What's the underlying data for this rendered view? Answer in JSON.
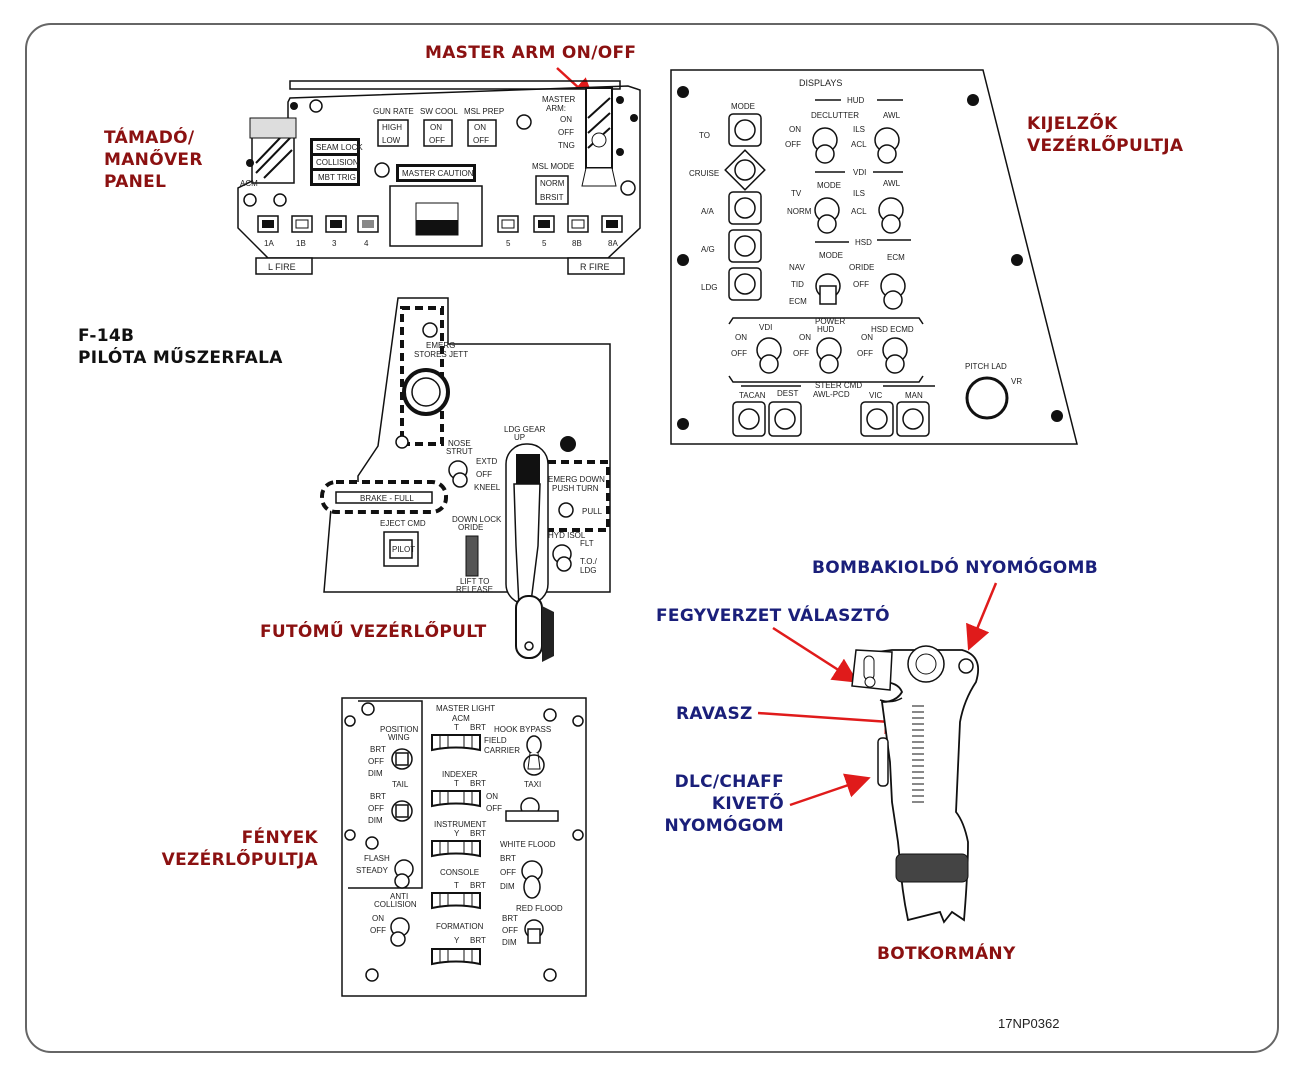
{
  "title": {
    "line1": "F-14B",
    "line2": "PILÓTA MŰSZERFALA"
  },
  "callouts": {
    "master_arm": "MASTER ARM ON/OFF",
    "attack_panel": [
      "TÁMADÓ/",
      "MANŐVER",
      "PANEL"
    ],
    "displays_panel": [
      "KIJELZŐK",
      "VEZÉRLŐPULTJA"
    ],
    "gear_panel": "FUTÓMŰ VEZÉRLŐPULT",
    "lights_panel": [
      "FÉNYEK",
      "VEZÉRLŐPULTJA"
    ],
    "bomb_release": "BOMBAKIOLDÓ NYOMÓGOMB",
    "weapon_selector": "FEGYVERZET VÁLASZTÓ",
    "trigger": "RAVASZ",
    "dlc_chaff": [
      "DLC/CHAFF",
      "KIVETŐ",
      "NYOMÓGOM"
    ],
    "stick": "BOTKORMÁNY"
  },
  "colors": {
    "callout_red": "#8b1111",
    "callout_blue": "#1a1f7a",
    "arrow_red": "#e01b1b",
    "frame": "#666666"
  },
  "attack_panel": {
    "gun_rate": "GUN RATE",
    "sw_cool": "SW COOL",
    "msl_prep": "MSL PREP",
    "high": "HIGH",
    "low": "LOW",
    "on": "ON",
    "off": "OFF",
    "seam_lock": "SEAM LOCK",
    "collision": "COLLISION",
    "mbt_trig": "MBT TRIG",
    "master_caution": "MASTER CAUTION",
    "master_arm": "MASTER",
    "master_arm2": "ARM:",
    "arm_on": "ON",
    "arm_off": "OFF",
    "arm_trg": "TNG",
    "msl_mode": "MSL MODE",
    "norm": "NORM",
    "brsit": "BRSIT",
    "acm": "ACM",
    "stations": [
      "1A",
      "1B",
      "3",
      "4",
      "5",
      "5",
      "8B",
      "8A"
    ],
    "l_fire": "L FIRE",
    "r_fire": "R FIRE"
  },
  "displays_panel": {
    "title": "DISPLAYS",
    "mode": "MODE",
    "modes": [
      "TO",
      "CRUISE",
      "A/A",
      "A/G",
      "LDG"
    ],
    "hud": "HUD",
    "declutter": "DECLUTTER",
    "awl": "AWL",
    "on": "ON",
    "off": "OFF",
    "ils": "ILS",
    "acl": "ACL",
    "vdi": "VDI",
    "vdi_mode": "MODE",
    "tv": "TV",
    "norm": "NORM",
    "hsd": "HSD",
    "hsd_mode": "MODE",
    "ecm": "ECM",
    "nav": "NAV",
    "tid": "TID",
    "ecm2": "ECM",
    "oride": "ORIDE",
    "power": "POWER",
    "power_vdi": "VDI",
    "power_hud": "HUD",
    "hsd_ecmd": "HSD ECMD",
    "steer_cmd": "STEER CMD",
    "awl_pcd": "AWL-PCD",
    "steer_buttons": [
      "TACAN",
      "DEST",
      "VIC",
      "MAN"
    ],
    "pitch_lad": "PITCH LAD",
    "vr": "VR"
  },
  "gear_panel": {
    "emerg": "EMERG",
    "stores_jett": "STORES JETT",
    "nose_strut": "NOSE",
    "nose_strut2": "STRUT",
    "extd": "EXTD",
    "off": "OFF",
    "kneel": "KNEEL",
    "brake_full": "BRAKE - FULL",
    "eject_cmd": "EJECT CMD",
    "pilot": "PILOT",
    "down_lock": "DOWN LOCK",
    "oride": "ORIDE",
    "lift_to": "LIFT TO",
    "release": "RELEASE",
    "ldg_gear": "LDG GEAR",
    "up": "UP",
    "emerg_down": "EMERG DOWN",
    "push_turn": "PUSH TURN",
    "pull": "PULL",
    "hyd_isol": "HYD ISOL",
    "flt": "FLT",
    "to_ldg1": "T.O./",
    "to_ldg2": "LDG"
  },
  "lights_panel": {
    "position": "POSITION",
    "wing": "WING",
    "tail": "TAIL",
    "brt": "BRT",
    "off": "OFF",
    "dim": "DIM",
    "flash": "FLASH",
    "steady": "STEADY",
    "anti": "ANTI",
    "collision": "COLLISION",
    "on": "ON",
    "master_light": "MASTER LIGHT",
    "acm": "ACM",
    "t": "T",
    "y": "Y",
    "field": "FIELD",
    "carrier": "CARRIER",
    "hook_bypass": "HOOK BYPASS",
    "indexer": "INDEXER",
    "taxi": "TAXI",
    "instrument": "INSTRUMENT",
    "white_flood": "WHITE FLOOD",
    "console": "CONSOLE",
    "red_flood": "RED FLOOD",
    "formation": "FORMATION"
  },
  "figure_id": "17NP0362"
}
